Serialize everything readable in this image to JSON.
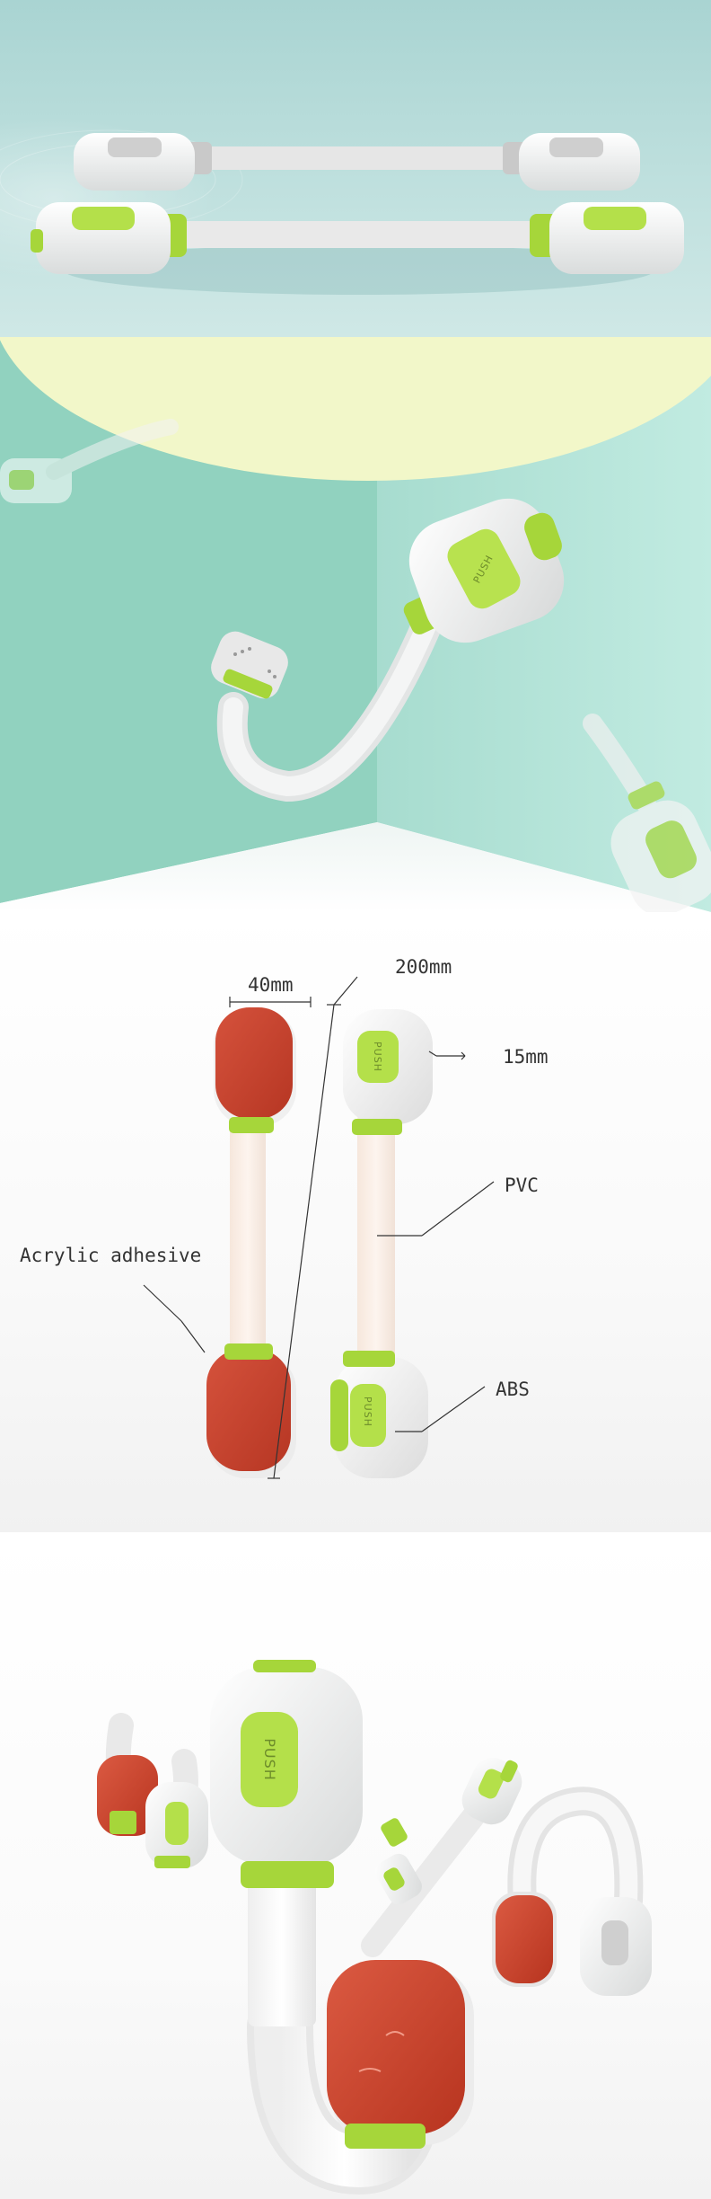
{
  "button_label": "PUSH",
  "dimensions": {
    "width": "40mm",
    "length": "200mm",
    "thickness": "15mm"
  },
  "materials": {
    "strap": "PVC",
    "adhesive": "Acrylic adhesive",
    "body": "ABS"
  },
  "colors": {
    "accent_green": "#a6d63a",
    "adhesive_red": "#c8412c",
    "body_white": "#f4f4f4",
    "strap_gray": "#e2e2e2"
  }
}
